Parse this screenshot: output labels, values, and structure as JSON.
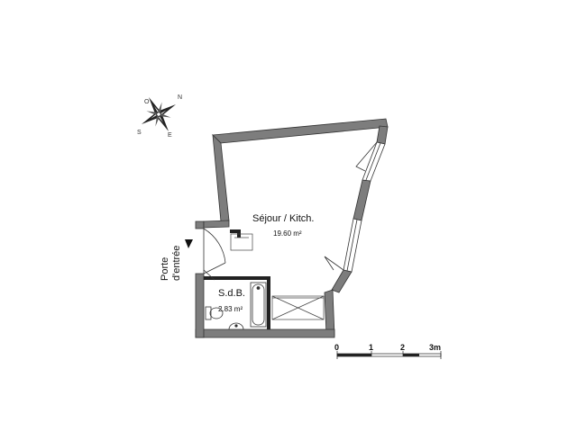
{
  "rooms": {
    "living": {
      "name": "Séjour / Kitch.",
      "area": "19.60 m²"
    },
    "bathroom": {
      "name": "S.d.B.",
      "area": "2.83 m²"
    }
  },
  "entrance": {
    "line1": "Porte",
    "line2": "d'entrée"
  },
  "scale_bar": {
    "ticks": [
      "0",
      "1",
      "2",
      "3m"
    ]
  },
  "compass": {
    "letters": [
      "N",
      "E",
      "S",
      "O"
    ]
  },
  "colors": {
    "wall": "#7d7d7d",
    "wall_stroke": "#333333",
    "fixture": "#222222"
  }
}
